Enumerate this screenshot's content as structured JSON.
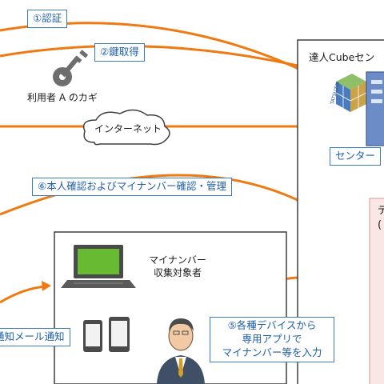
{
  "colors": {
    "arrow": "#f07a12",
    "step_border": "#3b7bc1",
    "step_text": "#1f5fa8",
    "box_border": "#3f3f3f"
  },
  "steps": {
    "s1": "①認証",
    "s2": "②鍵取得",
    "s6": "⑥本人確認およびマイナンバー確認・管理",
    "s5": [
      "⑤各種デバイスから",
      "専用アプリで",
      "マイナンバー等を入力"
    ],
    "s4": "通知メール通知"
  },
  "key_label": "利用者 A のカギ",
  "internet_label": "インターネット",
  "center": {
    "title": "達人Cubeセン",
    "server_label": "センター",
    "cube_text": "TATSUZIN",
    "inner_text": [
      "デ",
      "("
    ]
  },
  "target": {
    "label": [
      "マイナンバー",
      "収集対象者"
    ]
  },
  "icons": [
    "key-icon",
    "cloud-icon",
    "laptop-icon",
    "smartphone-icon",
    "tablet-icon",
    "person-icon",
    "server-icon",
    "cube-icon"
  ]
}
